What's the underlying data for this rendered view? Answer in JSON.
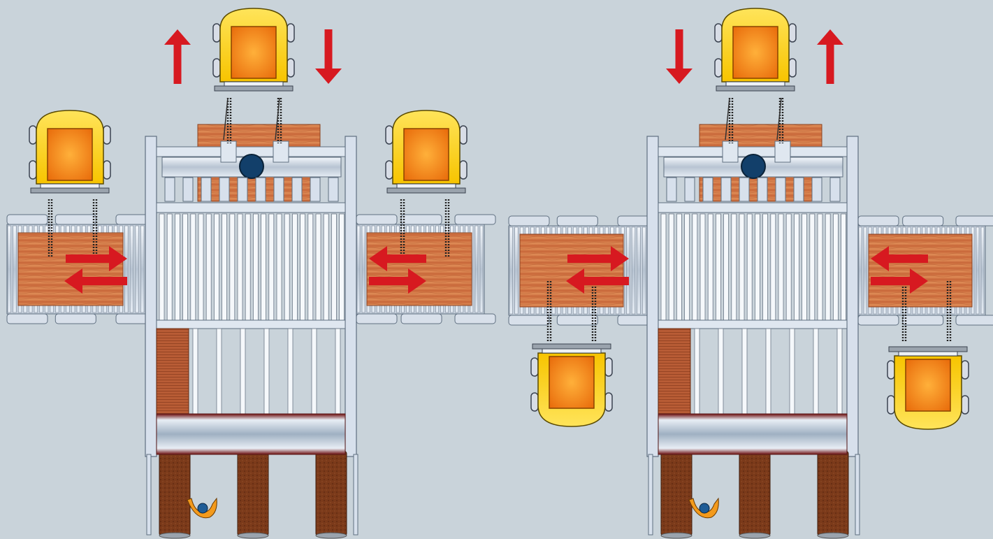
{
  "diagram": {
    "panels": [
      {
        "id": "left",
        "carriage_arrows": [
          "up",
          "down"
        ],
        "side_arrows": [
          "right",
          "left"
        ],
        "side_carriages_position": "above-conveyor"
      },
      {
        "id": "right",
        "carriage_arrows": [
          "down",
          "up"
        ],
        "side_arrows": [
          "right",
          "left"
        ],
        "side_carriages_position": "below-conveyor"
      }
    ],
    "icons": [
      "carriage-icon",
      "arrow-icon",
      "operator-icon",
      "roller-conveyor-icon"
    ],
    "colors": {
      "background": "#c9d3da",
      "frame": "#d7e0ec",
      "frame_stroke": "#5f6f80",
      "wood": "#d07a45",
      "carriage_yellow": "#ffd21a",
      "carriage_orange": "#f07a10",
      "arrow_red": "#d71920",
      "log_brown": "#7a3b1c",
      "hub_blue": "#123f6a"
    }
  }
}
